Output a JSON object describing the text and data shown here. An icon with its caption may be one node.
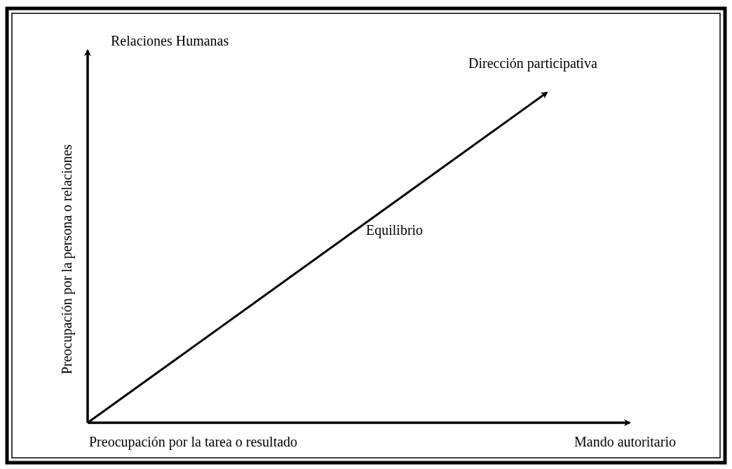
{
  "diagram": {
    "labels": [
      "Relaciones Humanas",
      "Dirección participativa",
      "Preocupación por la persona o relaciones",
      "Equilibrio",
      "Preocupación por la tarea o resultado",
      "Mando autoritario"
    ]
  }
}
